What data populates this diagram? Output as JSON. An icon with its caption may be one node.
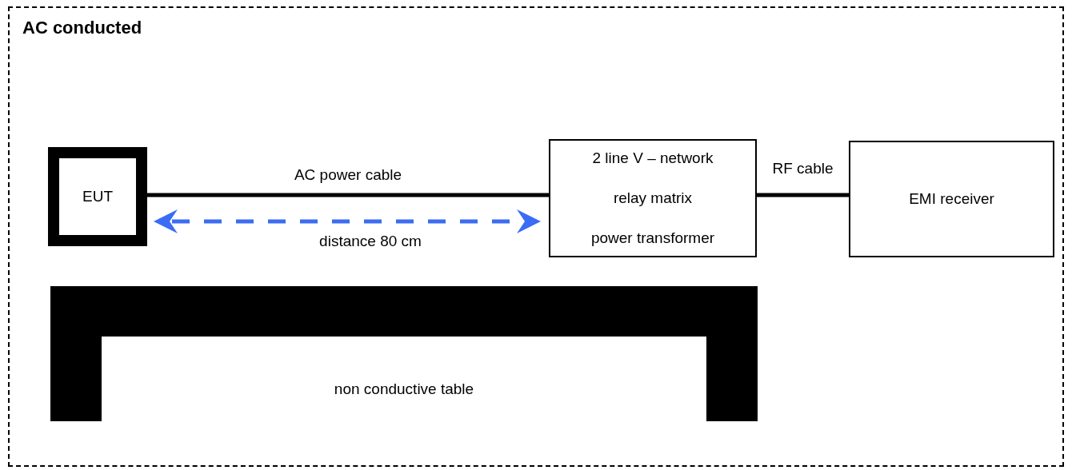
{
  "diagram": {
    "nodes": [
      {
        "text": [
          "AC conducted"
        ]
      },
      {
        "text": [
          "EUT"
        ],
        "in": 0
      },
      {
        "text": [
          "2 line V – network",
          "relay matrix",
          "power transformer"
        ],
        "in": 0
      },
      {
        "text": [
          "EMI receiver"
        ],
        "in": 0
      },
      {
        "text": [
          "non conductive table"
        ],
        "in": 0
      }
    ],
    "edges": [
      {
        "from": 1,
        "to": 2,
        "arrow": "none",
        "label": "AC power cable"
      },
      {
        "from": 2,
        "to": 3,
        "arrow": "none",
        "label": "RF cable"
      }
    ],
    "labels": [
      "distance 80 cm"
    ]
  }
}
